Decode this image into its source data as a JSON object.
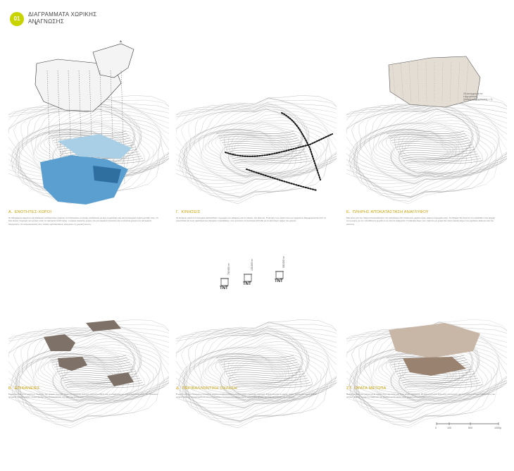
{
  "header": {
    "badge": "01",
    "title_line1": "ΔΙΑΓΡΑΜΜΑΤΑ ΧΩΡΙΚΗΣ",
    "title_line2": "ΑΝΑΓΝΩΣΗΣ"
  },
  "section_labels": {
    "a": "A",
    "b": "B"
  },
  "panels": [
    {
      "letter": "Α.",
      "caption": "ΕΝΟΤΗΤΕΣ-ΧΩΡΟΙ",
      "accent": "#5a9fcf",
      "text": "Το διάγραμμα αφορά σε έξι βασικούς κατάλοιπους χώρους του Λατομείου οι οποίοι συνδέονται με λίγο σημαντική ροή και λειτουργική σχέση μεταξύ τους. Οι δύο κύριες περιοχές του χώρου είναι τα υψώματα ανάπτυξης, ο κύριος εκκρινής χώρος του εσωτερικού πρανούς και οι κλειστοί χώροι των λατομικών διεργασιών. Οι ανομοιογένειες στις παλιές εγκαταστάσεις ενισχύουν τη χωρική ένωση."
    },
    {
      "letter": "Γ.",
      "caption": "ΚΙΝΗΣΕΙΣ",
      "accent": "#222222",
      "text": "Οι κινήσεις μέσα στο Λατομείο ακολουθούν τη μορφή του εδάφους και τις κλίσεις του βουνού. Η κίνηση των πεζών και των οχημάτων διαμορφώνεται από τα μονοπάτια και τους υφιστάμενους δρόμους πρόσβασης, που ενώνουν τα ανώτερα επίπεδα με το κατώτερο τμήμα του χώρου."
    },
    {
      "letter": "Ε.",
      "caption": "ΠΛΗΡΗΣ ΑΠΟΚΑΤΑΣΤΑΣΗ ΑΝΑΓΛΥΦΟΥ",
      "accent": "#9b8f85",
      "text": "Μια λύση για την πλήρη αποκατάσταση του αναγλύφου θα απαιτούσε μεγάλο όγκο υλικού επιχωμάτωσης. Το έδαφος θα έπρεπε να επανέλθει στην αρχική του μορφή, με την τοποθέτηση χωμάτων σε όλα τα σκάμματα. Η κάλυψη όλων των πρανών με χώμα δεν είναι εύκολη λόγω των μεγάλων κλίσεων και του κόστους."
    },
    {
      "letter": "Β.",
      "caption": "ΕΠΙΦΑΝΕΙΕΣ",
      "accent": "#7d7168",
      "text": "Σημειώνονται στον χάρτη οι περιοχές του χώρου που δεν έχουν επηρεαστεί από την εξόρυξη καθώς και οι επιφάνειες με σημαντική βλάστηση. Τα υπόλοιπα τμήματα παρουσιάζουν γυμνό βράχο που διαμορφώνει την όψη του λατομείου."
    },
    {
      "letter": "Δ.",
      "caption": "ΠΕΡΙΒΑΛΛΟΝΤΙΚΗ ΟΧΛΗΣΗ",
      "accent": "#555555",
      "text": "Η ανάπτυξη του Λατομείου προκαλεί μεγάλη περιβαλλοντική όχληση στην ευρύτερη περιοχή. Σημειώνονται οι κύριες πηγές ρύπανσης και οι χώροι συγκέντρωσης απορριμμάτων που επηρεάζουν τη σημερινή εικόνα και τη σχέση του χώρου με τους κατοίκους της περιοχής."
    },
    {
      "letter": "ΣΤ.",
      "caption": "ΟΡΑΤΑ ΜΕΤΩΠΑ",
      "accent": "#9a8270",
      "text": "Πολλά σημεία του χώρου είναι ορατά από την πόλη και τους γύρω οικισμούς. Τα κύρια μέτωπα εξόρυξης αποτελούν την πιο έντονη οπτική επιβάρυνση του τοπίου, καθώς η γυμνή επιφάνεια του βράχου είναι ορατή από μεγάλη απόσταση."
    }
  ],
  "legend": {
    "line1": "25 εκατομμύρια m³",
    "line2": "επιχωμάτωση",
    "line3": "(βαθμός επιχωμάτωσης = 1)"
  },
  "bins": [
    {
      "code": "TNT",
      "value": "750.000 m³"
    },
    {
      "code": "TNT",
      "value": "125.000 m³"
    },
    {
      "code": "TNT",
      "value": "500.000 m³"
    }
  ],
  "scale": {
    "ticks": [
      "0",
      "100",
      "500",
      "1000μ"
    ]
  },
  "colors": {
    "accent": "#c8d400",
    "water": "#5a9fcf",
    "surface": "#7d7168",
    "fill": "#e4ddd4",
    "visible": "#9a8270"
  }
}
